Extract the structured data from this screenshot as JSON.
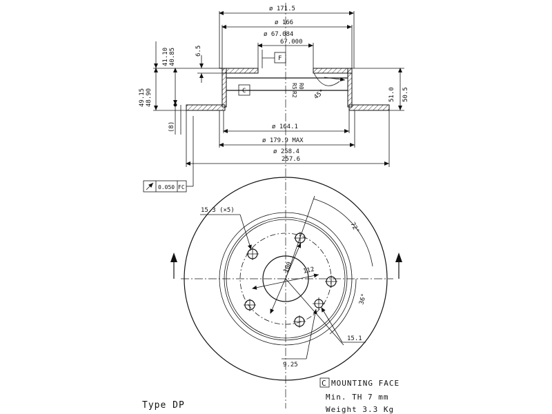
{
  "section_view": {
    "dims": {
      "d_171_5": "ø 171.5",
      "d_166": "ø 166",
      "d_67_084": "ø 67.084",
      "d_67_000": "67.000",
      "d_164_1": "ø 164.1",
      "d_179_9": "ø 179.9 MAX",
      "d_258_4": "ø 258.4",
      "d_257_6": "257.6",
      "h_41_10": "41.10",
      "h_40_85": "40.85",
      "h_6_5": "6.5",
      "h_49_15": "49.15",
      "h_48_90": "48.90",
      "h_8": "(8)",
      "h_51_0": "51.0",
      "h_50_5": "50.5",
      "r_5": "R5",
      "r_0": "R0",
      "r_2": "R2",
      "angle_45": "45°"
    },
    "datum_f": "F",
    "datum_c": "C"
  },
  "tolerance_frame": {
    "value": "0.050",
    "datum": "FC"
  },
  "front_view": {
    "hole_dia": "15.3 (×5)",
    "angle_72": "72°",
    "pcd": "100",
    "dim_112": "112",
    "angle_36": "36°",
    "dim_15_1": "15.1",
    "dim_9_25": "9.25"
  },
  "notes": {
    "mounting_box": "C",
    "mounting_face": "MOUNTING FACE",
    "min_th": "Min. TH  7  mm",
    "weight": "Weight  3.3  Kg"
  },
  "type_label": "Type DP"
}
